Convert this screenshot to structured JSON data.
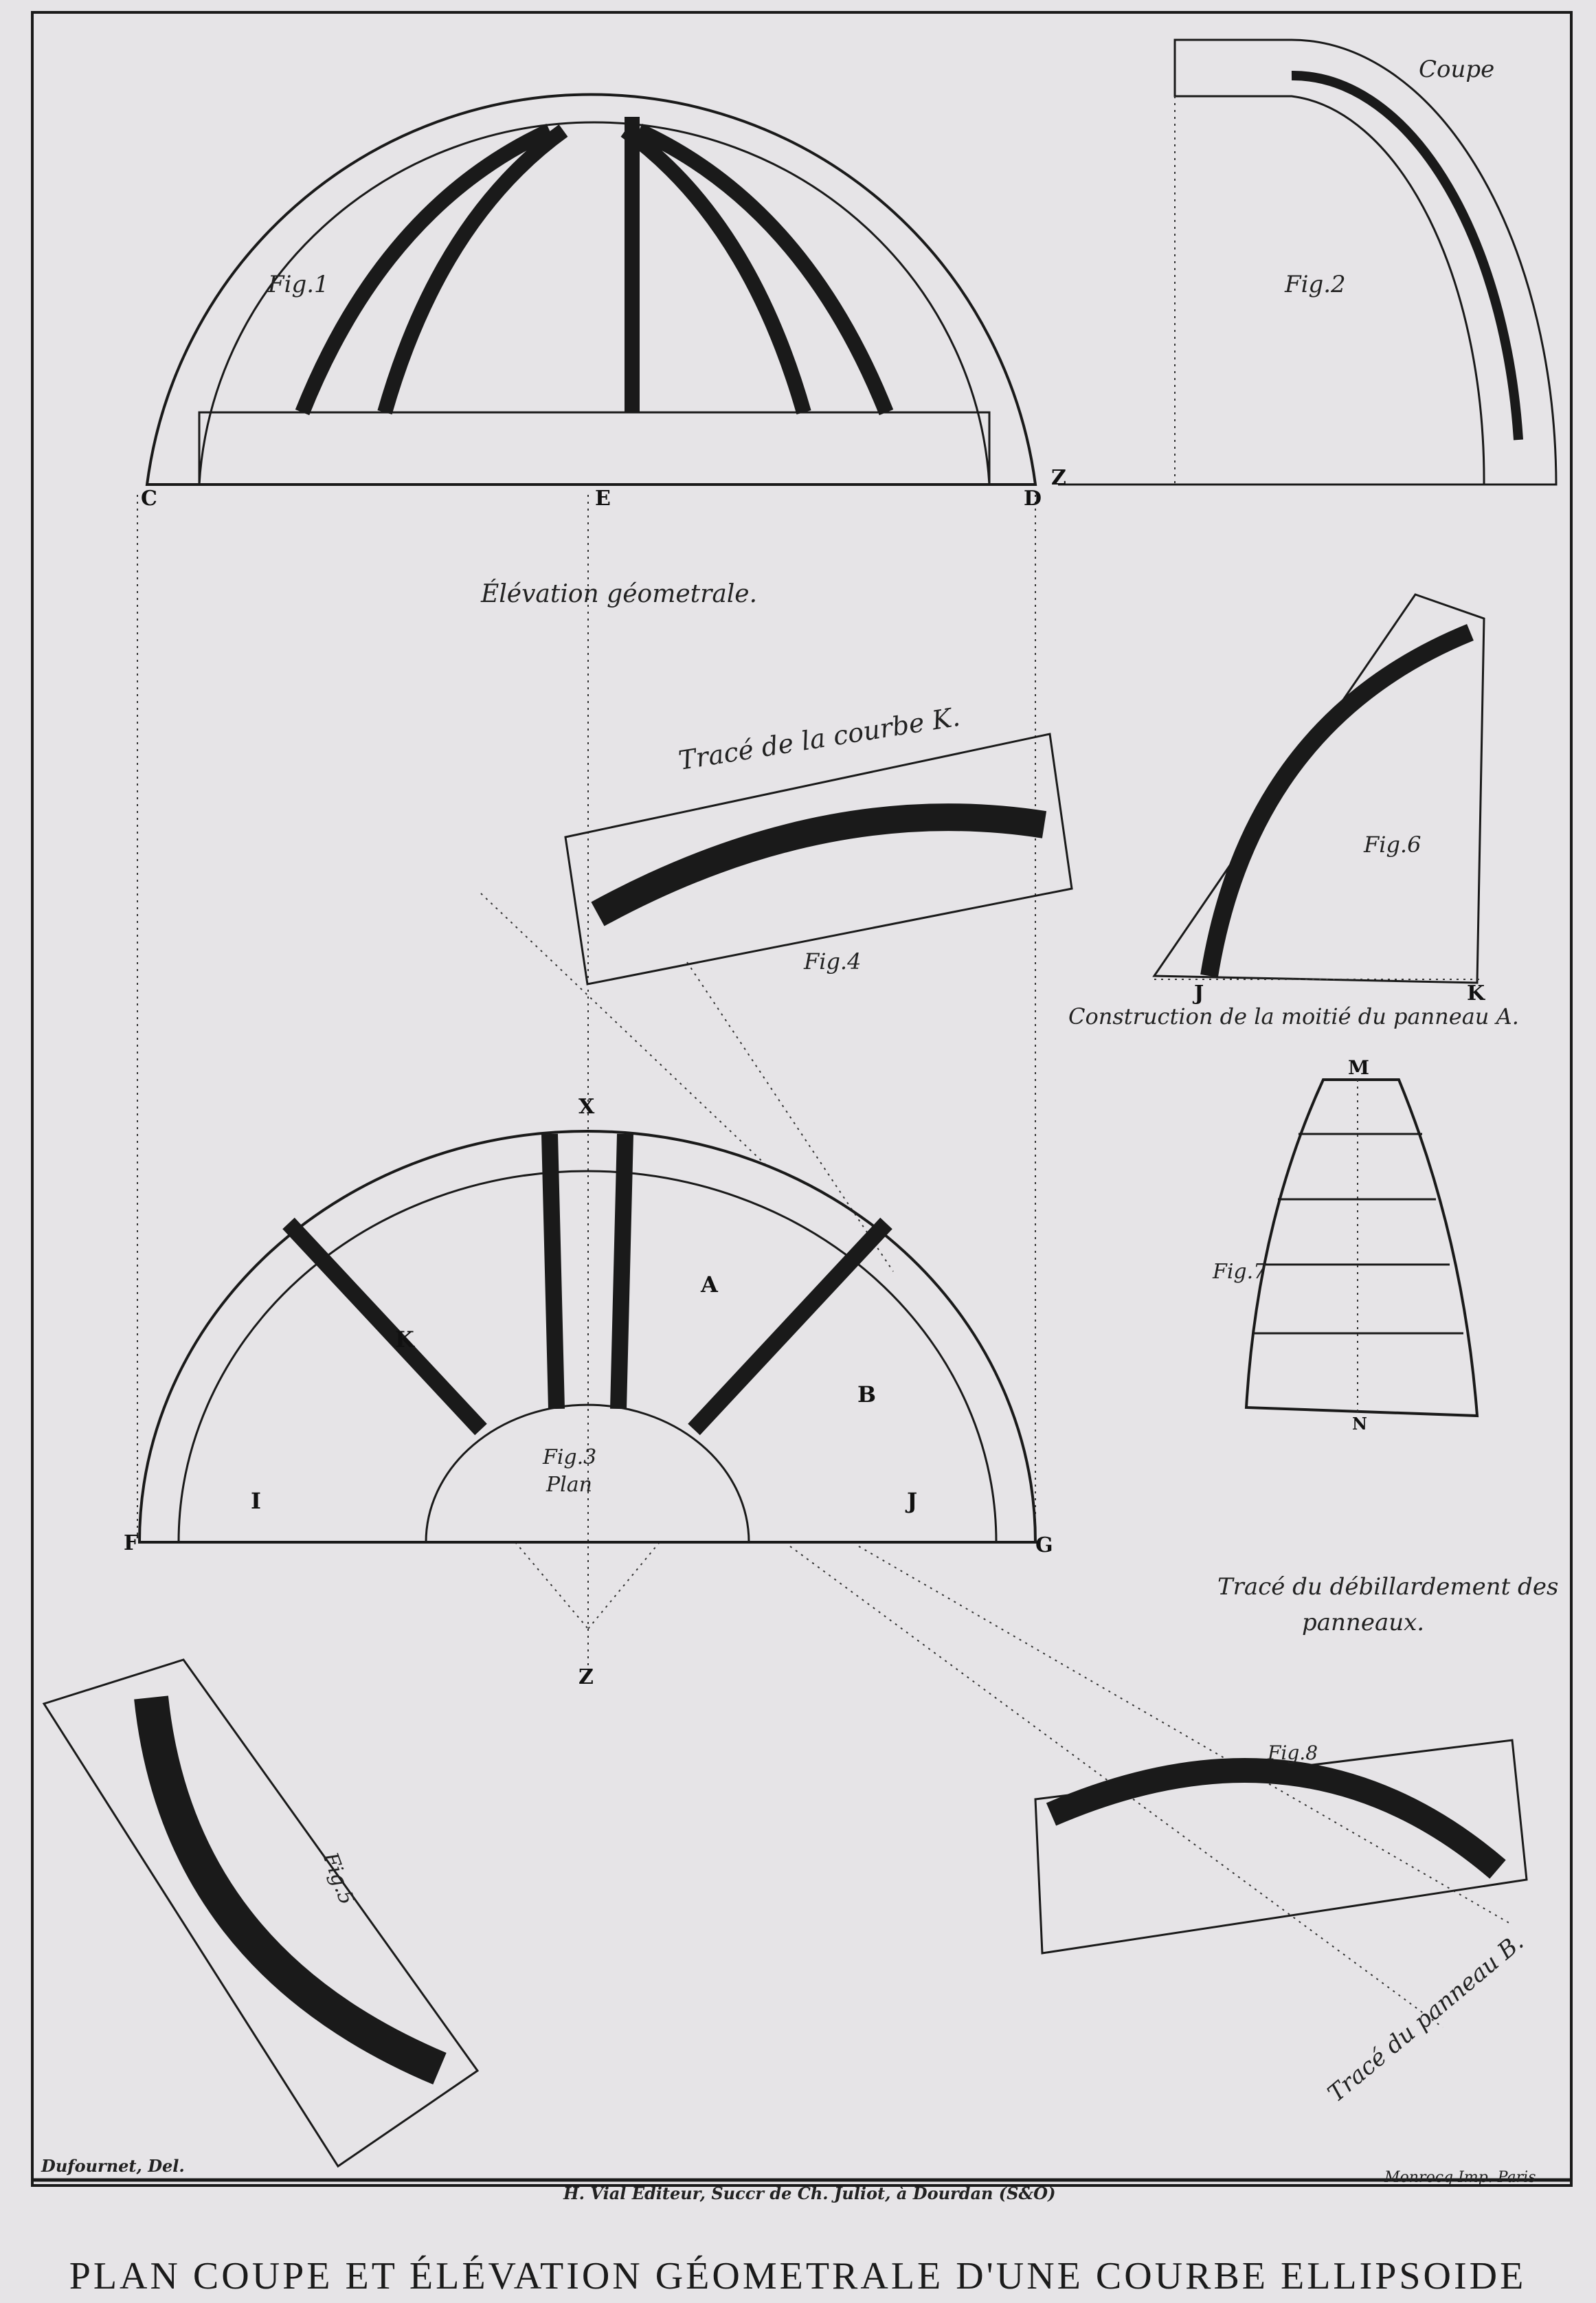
{
  "plate": {
    "title": "PLAN COUPE ET ÉLÉVATION GÉOMETRALE D'UNE COURBE ELLIPSOIDE",
    "draughtsman": "Dufournet, Del.",
    "publisher": "H. Vial Editeur, Succr de Ch. Juliot, à Dourdan (S&O)",
    "printer": "Monrocq Imp. Paris"
  },
  "fig1": {
    "label": "Fig.1",
    "caption": "Élévation géometrale.",
    "points": {
      "c": "C",
      "e": "E",
      "d": "D",
      "z": "Z"
    }
  },
  "fig2": {
    "label": "Fig.2",
    "caption": "Coupe"
  },
  "fig3": {
    "label": "Fig.3",
    "caption": "Plan",
    "points": {
      "f": "F",
      "g": "G",
      "x": "X",
      "z": "Z",
      "k": "K",
      "a": "A",
      "b": "B",
      "i": "I",
      "j": "J"
    }
  },
  "fig4": {
    "label": "Fig.4",
    "caption": "Tracé de la courbe K."
  },
  "fig5": {
    "label": "Fig.5"
  },
  "fig6": {
    "label": "Fig.6",
    "caption": "Construction de la moitié du panneau A.",
    "points": {
      "j": "J",
      "k": "K"
    }
  },
  "fig7": {
    "label": "Fig.7",
    "caption_line1": "Tracé du débillardement des",
    "caption_line2": "panneaux.",
    "points": {
      "m": "M",
      "n": "N"
    }
  },
  "fig8": {
    "label": "Fig.8",
    "caption": "Tracé du panneau B."
  },
  "colors": {
    "ink": "#1a1a1a",
    "paper": "#e6e4e7"
  }
}
